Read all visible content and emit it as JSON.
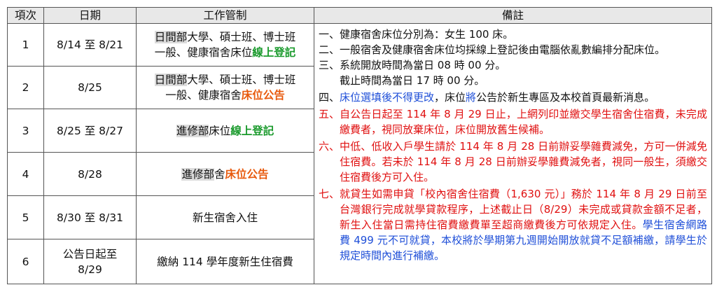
{
  "headers": [
    "項次",
    "日期",
    "工作管制",
    "備註"
  ],
  "rows": [
    {
      "no": "1",
      "date": "8/14 至 8/21",
      "work": [
        {
          "t": "日間部",
          "c": "hl"
        },
        {
          "t": "大學、碩士班、博士班",
          "c": ""
        },
        {
          "t": "\n",
          "c": ""
        },
        {
          "t": "一般、健康宿舍床位",
          "c": ""
        },
        {
          "t": "線上登記",
          "c": "green"
        }
      ]
    },
    {
      "no": "2",
      "date": "8/25",
      "work": [
        {
          "t": "日間部",
          "c": "hl"
        },
        {
          "t": "大學、碩士班、博士班",
          "c": ""
        },
        {
          "t": "\n",
          "c": ""
        },
        {
          "t": "一般、健康宿舍",
          "c": ""
        },
        {
          "t": "床位公告",
          "c": "orange"
        }
      ]
    },
    {
      "no": "3",
      "date": "8/25 至 8/27",
      "work": [
        {
          "t": "進修部",
          "c": "hl"
        },
        {
          "t": "床位",
          "c": ""
        },
        {
          "t": "線上登記",
          "c": "green"
        }
      ]
    },
    {
      "no": "4",
      "date": "8/28",
      "work": [
        {
          "t": "進修部",
          "c": "hl"
        },
        {
          "t": "舍",
          "c": ""
        },
        {
          "t": "床位公告",
          "c": "orange"
        }
      ]
    },
    {
      "no": "5",
      "date": "8/30 至 8/31",
      "work": [
        {
          "t": "新生宿舍入住",
          "c": ""
        }
      ]
    },
    {
      "no": "6",
      "date": "公告日起至\n8/29",
      "work": [
        {
          "t": "繳納 114 學年度新生住宿費",
          "c": ""
        }
      ]
    }
  ],
  "notes": [
    {
      "num": "一、",
      "color": "",
      "parts": [
        {
          "t": "健康宿舍床位分別為：女生 100 床。",
          "c": ""
        }
      ]
    },
    {
      "num": "二、",
      "color": "",
      "parts": [
        {
          "t": "一般宿舍及健康宿舍床位均採線上登記後由電腦依亂數編排分配床位。",
          "c": ""
        }
      ]
    },
    {
      "num": "三、",
      "color": "",
      "parts": [
        {
          "t": "系統開放時間為當日 08 時 00 分。",
          "c": ""
        },
        {
          "t": "\n",
          "c": ""
        },
        {
          "t": "截止時間為當日 17 時 00 分。",
          "c": ""
        }
      ]
    },
    {
      "num": "四、",
      "color": "",
      "parts": [
        {
          "t": "床位選填後不得更改",
          "c": "blue"
        },
        {
          "t": "，床位",
          "c": ""
        },
        {
          "t": "將",
          "c": "blue"
        },
        {
          "t": "公告於新生專區及本校首頁最新消息。",
          "c": ""
        }
      ]
    },
    {
      "num": "五、",
      "color": "red",
      "parts": [
        {
          "t": "自公告日起至 114 年 8 月 29 日止，上網列印並繳交學生宿舍住宿費，未完成繳費者，視同放棄床位，床位開放舊生候補。",
          "c": ""
        }
      ]
    },
    {
      "num": "六、",
      "color": "red",
      "parts": [
        {
          "t": "中低、低收入戶學生請於 114 年 8 月 28 日前辦妥學雜費減免，方可一併減免住宿費。若未於 114 年 8 月 28 日前辦妥學雜費減免者，視同一般生，須繳交住宿費後方可入住。",
          "c": ""
        }
      ]
    },
    {
      "num": "七、",
      "color": "red",
      "parts": [
        {
          "t": "就貸生如需申貸「校內宿舍住宿費（1,630 元）」務於 114 年 8 月 29 日前至台灣銀行完成就學貸款程序，上述截止日（8/29）未完成或貸款金額不足者，新生入住當日需持住宿費繳費單至超商繳費後方可依規定入住。",
          "c": ""
        },
        {
          "t": "學生宿舍網路費 499 元不可就貸，本校將於學期第九週開始開放就貸不足額補繳，請學生於規定時間內進行補繳。",
          "c": "blue"
        }
      ]
    }
  ]
}
